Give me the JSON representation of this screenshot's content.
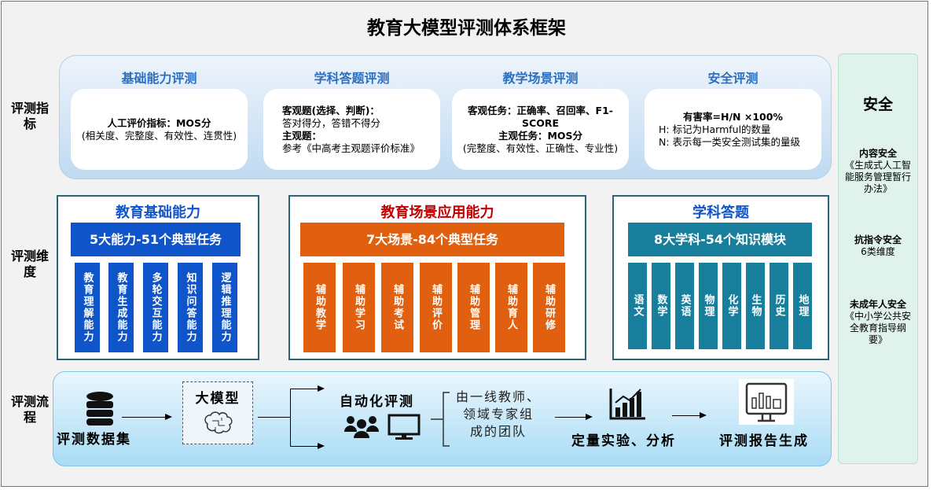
{
  "title": "教育大模型评测体系框架",
  "row_labels": [
    "评测指标",
    "评测维度",
    "评测流程"
  ],
  "metrics": [
    {
      "head": "基础能力评测",
      "lines": [
        {
          "t": "人工评价指标：MOS分",
          "b": true
        },
        {
          "t": "(相关度、完整度、有效性、连贯性)",
          "b": false
        }
      ]
    },
    {
      "head": "学科答题评测",
      "lines": [
        {
          "t": "客观题(选择、判断)：",
          "b": true
        },
        {
          "t": "答对得分，答错不得分",
          "b": false
        },
        {
          "t": " ",
          "b": false
        },
        {
          "t": "主观题：",
          "b": true
        },
        {
          "t": "参考《中高考主观题评价标准》",
          "b": false
        }
      ]
    },
    {
      "head": "教学场景评测",
      "lines": [
        {
          "t": "客观任务：正确率、召回率、F1-SCORE",
          "b": true
        },
        {
          "t": "主观任务：MOS分",
          "b": true
        },
        {
          "t": "(完整度、有效性、正确性、专业性)",
          "b": false
        }
      ]
    },
    {
      "head": "安全评测",
      "lines": [
        {
          "t": "有害率=H/N ×100%",
          "b": true
        },
        {
          "t": " ",
          "b": false
        },
        {
          "t": "H:  标记为Harmful的数量",
          "b": false
        },
        {
          "t": "N:  表示每一类安全测试集的量级",
          "b": false
        }
      ]
    }
  ],
  "dimensions": [
    {
      "title": "教育基础能力",
      "banner": "5大能力-51个典型任务",
      "items": [
        "教育理解能力",
        "教育生成能力",
        "多轮交互能力",
        "知识问答能力",
        "逻辑推理能力"
      ]
    },
    {
      "title": "教育场景应用能力",
      "banner": "7大场景-84个典型任务",
      "items": [
        "辅助教学",
        "辅助学习",
        "辅助考试",
        "辅助评价",
        "辅助管理",
        "辅助育人",
        "辅助研修"
      ]
    },
    {
      "title": "学科答题",
      "banner": "8大学科-54个知识模块",
      "items": [
        "语文",
        "数学",
        "英语",
        "物理",
        "化学",
        "生物",
        "历史",
        "地理"
      ]
    }
  ],
  "colors": {
    "blue": "#0f55c9",
    "orange": "#e0600f",
    "teal": "#177f9c",
    "red": "#c00000",
    "head_blue": "#2a6fc0"
  },
  "flow": {
    "dataset": "评测数据集",
    "model": "大模型",
    "auto": "自动化评测",
    "team": [
      "由一线教师、",
      "领域专家组",
      "成的团队"
    ],
    "analysis": "定量实验、分析",
    "report": "评测报告生成"
  },
  "safety": {
    "title": "安全",
    "items": [
      {
        "head": "内容安全",
        "desc": "《生成式人工智能服务管理暂行办法》"
      },
      {
        "head": "抗指令安全",
        "desc": "6类维度"
      },
      {
        "head": "未成年人安全",
        "desc": "《中小学公共安全教育指导纲要》"
      }
    ]
  }
}
